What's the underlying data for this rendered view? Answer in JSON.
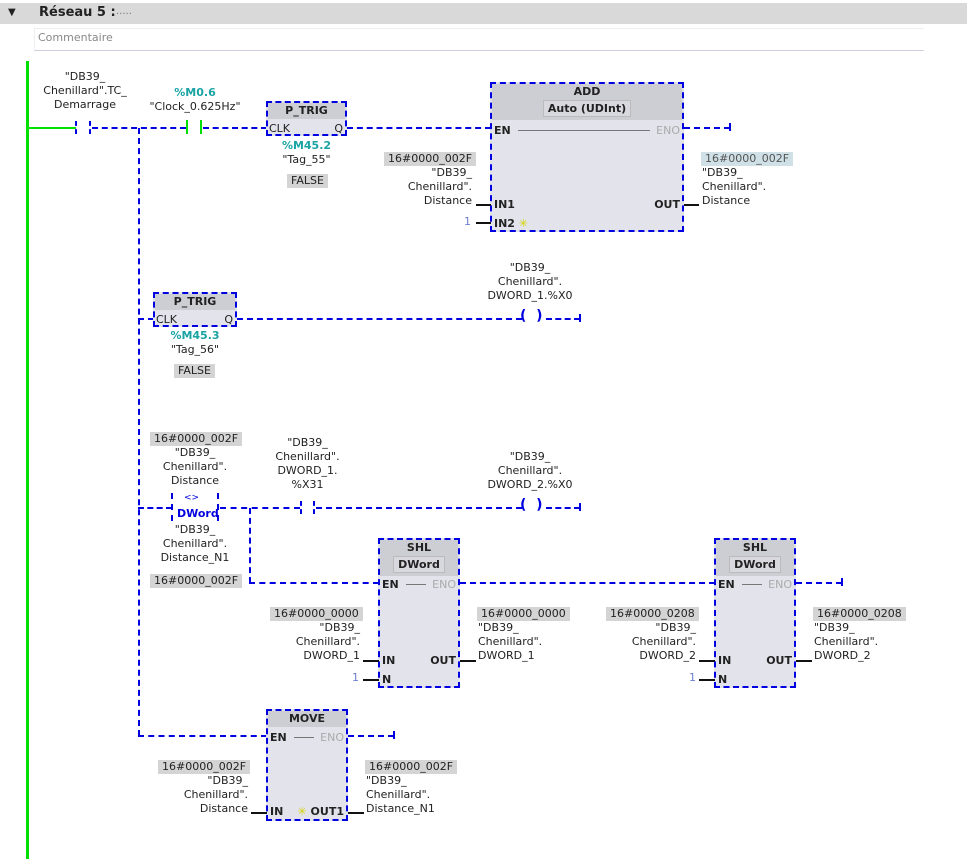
{
  "network": {
    "title": "Réseau 5 :",
    "title_suffix": ".....",
    "comment_placeholder": "Commentaire"
  },
  "rung1": {
    "contact1": {
      "l1": "\"DB39_",
      "l2": "Chenillard\".TC_",
      "l3": "Demarrage"
    },
    "contact2": {
      "addr": "%M0.6",
      "name": "\"Clock_0.625Hz\""
    },
    "ptrig": {
      "title": "P_TRIG",
      "in": "CLK",
      "out": "Q",
      "addr": "%M45.2",
      "name": "\"Tag_55\"",
      "value": "FALSE"
    },
    "add": {
      "title": "ADD",
      "type": "Auto (UDInt)",
      "en": "EN",
      "eno": "ENO",
      "in1": "IN1",
      "in2": "IN2",
      "out": "OUT",
      "in1_value": "16#0000_002F",
      "in1_l1": "\"DB39_",
      "in1_l2": "Chenillard\".",
      "in1_l3": "Distance",
      "in2_value": "1",
      "out_value": "16#0000_002F",
      "out_l1": "\"DB39_",
      "out_l2": "Chenillard\".",
      "out_l3": "Distance"
    }
  },
  "rung2": {
    "ptrig": {
      "title": "P_TRIG",
      "in": "CLK",
      "out": "Q",
      "addr": "%M45.3",
      "name": "\"Tag_56\"",
      "value": "FALSE"
    },
    "coil": {
      "l1": "\"DB39_",
      "l2": "Chenillard\".",
      "l3": "DWORD_1.%X0"
    }
  },
  "rung3": {
    "cmp": {
      "value_top": "16#0000_002F",
      "top_l1": "\"DB39_",
      "top_l2": "Chenillard\".",
      "top_l3": "Distance",
      "op": "<>",
      "type": "DWord",
      "bot_l1": "\"DB39_",
      "bot_l2": "Chenillard\".",
      "bot_l3": "Distance_N1",
      "value_bot": "16#0000_002F"
    },
    "contact": {
      "l1": "\"DB39_",
      "l2": "Chenillard\".",
      "l3": "DWORD_1.",
      "l4": "%X31"
    },
    "coil": {
      "l1": "\"DB39_",
      "l2": "Chenillard\".",
      "l3": "DWORD_2.%X0"
    },
    "shl1": {
      "title": "SHL",
      "type": "DWord",
      "en": "EN",
      "eno": "ENO",
      "in": "IN",
      "n": "N",
      "out": "OUT",
      "in_value": "16#0000_0000",
      "in_l1": "\"DB39_",
      "in_l2": "Chenillard\".",
      "in_l3": "DWORD_1",
      "n_value": "1",
      "out_value": "16#0000_0000",
      "out_l1": "\"DB39_",
      "out_l2": "Chenillard\".",
      "out_l3": "DWORD_1"
    },
    "shl2": {
      "title": "SHL",
      "type": "DWord",
      "en": "EN",
      "eno": "ENO",
      "in": "IN",
      "n": "N",
      "out": "OUT",
      "in_value": "16#0000_0208",
      "in_l1": "\"DB39_",
      "in_l2": "Chenillard\".",
      "in_l3": "DWORD_2",
      "n_value": "1",
      "out_value": "16#0000_0208",
      "out_l1": "\"DB39_",
      "out_l2": "Chenillard\".",
      "out_l3": "DWORD_2"
    }
  },
  "rung4": {
    "move": {
      "title": "MOVE",
      "en": "EN",
      "eno": "ENO",
      "in": "IN",
      "out": "OUT1",
      "in_value": "16#0000_002F",
      "in_l1": "\"DB39_",
      "in_l2": "Chenillard\".",
      "in_l3": "Distance",
      "out_value": "16#0000_002F",
      "out_l1": "\"DB39_",
      "out_l2": "Chenillard\".",
      "out_l3": "Distance_N1"
    }
  },
  "colors": {
    "power_rail": "#00e000",
    "wire_unpowered": "#0000e0",
    "address": "#1aa3a3"
  }
}
